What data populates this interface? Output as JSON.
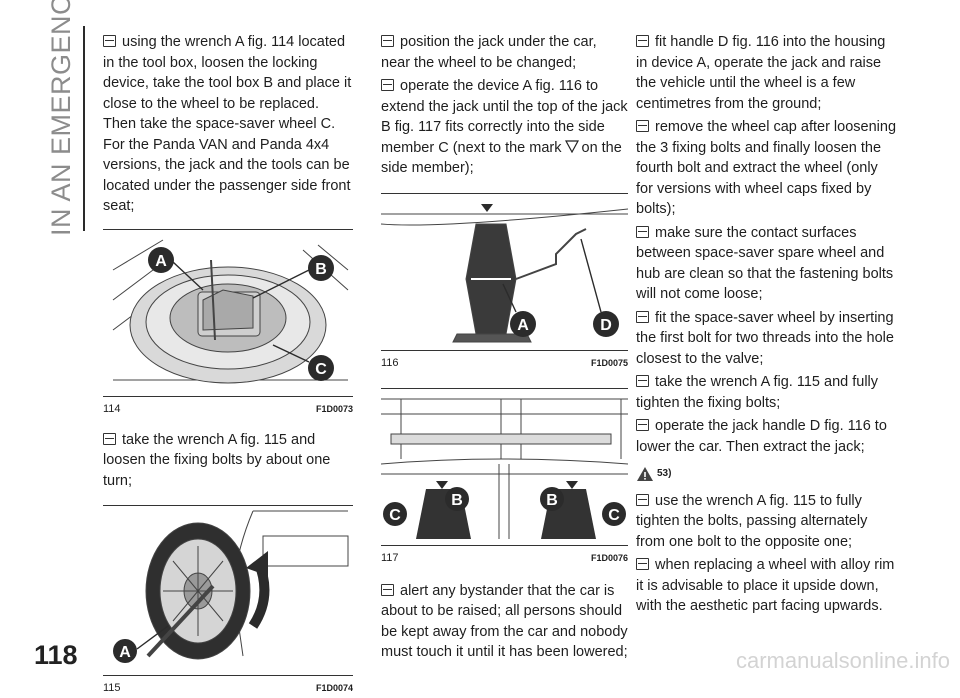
{
  "sidebar": {
    "section_title": "IN AN EMERGENCY"
  },
  "page": {
    "number": "118",
    "watermark": "carmanualsonline.info"
  },
  "column1": {
    "para1": "using the wrench A fig. 114 located in the tool box, loosen the locking device, take the tool box B and place it close to the wheel to be replaced. Then take the space-saver wheel C. For the Panda VAN and Panda 4x4 versions, the jack and the tools can be located under the passenger side front seat;",
    "para2": "take the wrench A fig. 115 and loosen the fixing bolts by about one turn;"
  },
  "column2": {
    "para1": "position the jack under the car, near the wheel to be changed;",
    "para2_before": "operate the device A fig. 116 to extend the jack until the top of the jack B fig. 117 fits correctly into the side member C (next to the mark",
    "para2_after": "on the side member);",
    "para3": "alert any bystander that the car is about to be raised; all persons should be kept away from the car and nobody must touch it until it has been lowered;"
  },
  "column3": {
    "para1": "fit handle D fig. 116 into the housing in device A, operate the jack and raise the vehicle until the wheel is a few centimetres from the ground;",
    "para2": "remove the wheel cap after loosening the 3 fixing bolts and finally loosen the fourth bolt and extract the wheel (only for versions with wheel caps fixed by bolts);",
    "para3": "make sure the contact surfaces between space-saver spare wheel and hub are clean so that the fastening bolts will not come loose;",
    "para4": "fit the space-saver wheel by inserting the first bolt for two threads into the hole closest to the valve;",
    "para5": "take the wrench A fig. 115 and fully tighten the fixing bolts;",
    "para6": "operate the jack handle D fig. 116 to lower the car. Then extract the jack;",
    "warning_ref": "53)",
    "para7": "use the wrench A fig. 115 to fully tighten the bolts, passing alternately from one bolt to the opposite one;",
    "para8": "when replacing a wheel with alloy rim it is advisable to place it upside down, with the aesthetic part facing upwards."
  },
  "figures": {
    "fig114": {
      "number": "114",
      "code": "F1D0073",
      "labels": [
        "A",
        "B",
        "C"
      ]
    },
    "fig115": {
      "number": "115",
      "code": "F1D0074",
      "labels": [
        "A"
      ]
    },
    "fig116": {
      "number": "116",
      "code": "F1D0075",
      "labels": [
        "A",
        "D"
      ]
    },
    "fig117": {
      "number": "117",
      "code": "F1D0076",
      "labels": [
        "C",
        "B",
        "B",
        "C"
      ]
    }
  },
  "colors": {
    "label_circle": "#2b2b2b",
    "sidebar_text": "#8c8c8c",
    "rule": "#2a2a2a"
  }
}
